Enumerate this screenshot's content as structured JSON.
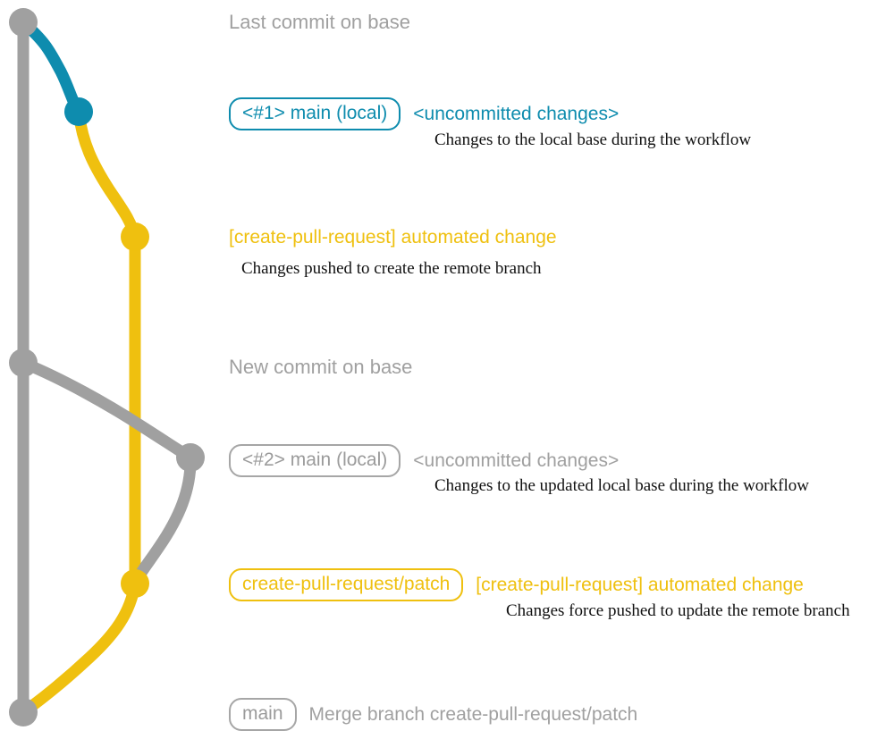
{
  "diagram": {
    "title": "git branch graph",
    "colors": {
      "gray": "#A0A0A0",
      "blue": "#0E8CAE",
      "yellow": "#EFC00F",
      "text_dark": "#111111",
      "background": "#FFFFFF"
    }
  },
  "commits": [
    {
      "id": "last-commit-on-base",
      "node_color": "gray",
      "ref_label": null,
      "subject": "Last commit on base",
      "subject_color": "gray",
      "description": null
    },
    {
      "id": "local-1",
      "node_color": "blue",
      "ref_label": "<#1> main (local)",
      "ref_color": "blue",
      "subject": "<uncommitted changes>",
      "subject_color": "blue",
      "description": "Changes to the local base during the workflow"
    },
    {
      "id": "automated-change-1",
      "node_color": "yellow",
      "ref_label": null,
      "subject": "[create-pull-request] automated change",
      "subject_color": "yellow",
      "description": "Changes pushed to create the remote branch"
    },
    {
      "id": "new-commit-on-base",
      "node_color": "gray",
      "ref_label": null,
      "subject": "New commit on base",
      "subject_color": "gray",
      "description": null
    },
    {
      "id": "local-2",
      "node_color": "gray",
      "ref_label": "<#2> main (local)",
      "ref_color": "gray",
      "subject": "<uncommitted changes>",
      "subject_color": "gray",
      "description": "Changes to the updated local base during the workflow"
    },
    {
      "id": "automated-change-2",
      "node_color": "yellow",
      "ref_label": "create-pull-request/patch",
      "ref_color": "yellow",
      "subject": "[create-pull-request] automated change",
      "subject_color": "yellow",
      "description": "Changes force pushed to update the remote branch"
    },
    {
      "id": "merge-commit",
      "node_color": "gray",
      "ref_label": "main",
      "ref_color": "gray",
      "subject": "Merge branch create-pull-request/patch",
      "subject_color": "gray",
      "description": null
    }
  ]
}
